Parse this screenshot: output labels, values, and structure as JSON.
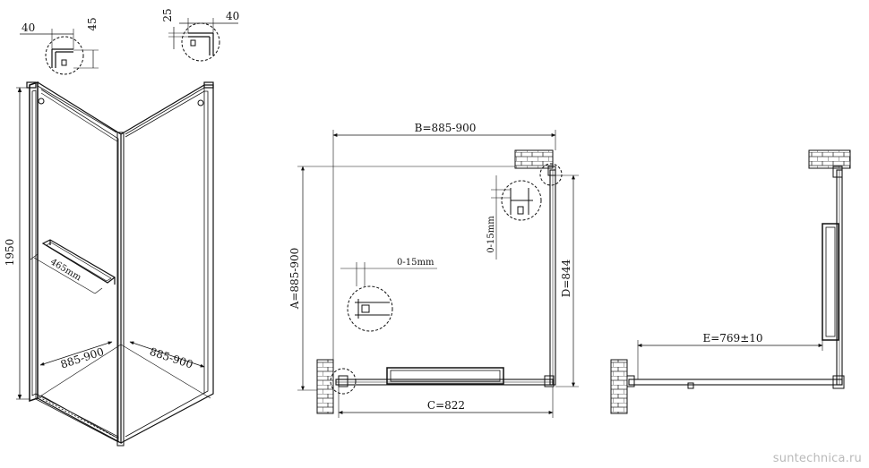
{
  "iso": {
    "dim_height": "1950",
    "dim_width_left": "885-900",
    "dim_width_right": "885-900",
    "dim_handle": "465mm",
    "detail_left_width": "40",
    "detail_left_height": "45",
    "detail_right_height": "25",
    "detail_right_width": "40"
  },
  "plan": {
    "dim_b": "B=885-900",
    "dim_a": "A=885-900",
    "dim_c": "C=822",
    "dim_d": "D=844",
    "dim_adjust_h": "0-15mm",
    "dim_adjust_v": "0-15mm"
  },
  "side": {
    "dim_e": "E=769±10"
  },
  "watermark": "suntechnica.ru",
  "colors": {
    "line": "#111111",
    "dim": "#222222",
    "watermark": "#b9b9b9"
  }
}
